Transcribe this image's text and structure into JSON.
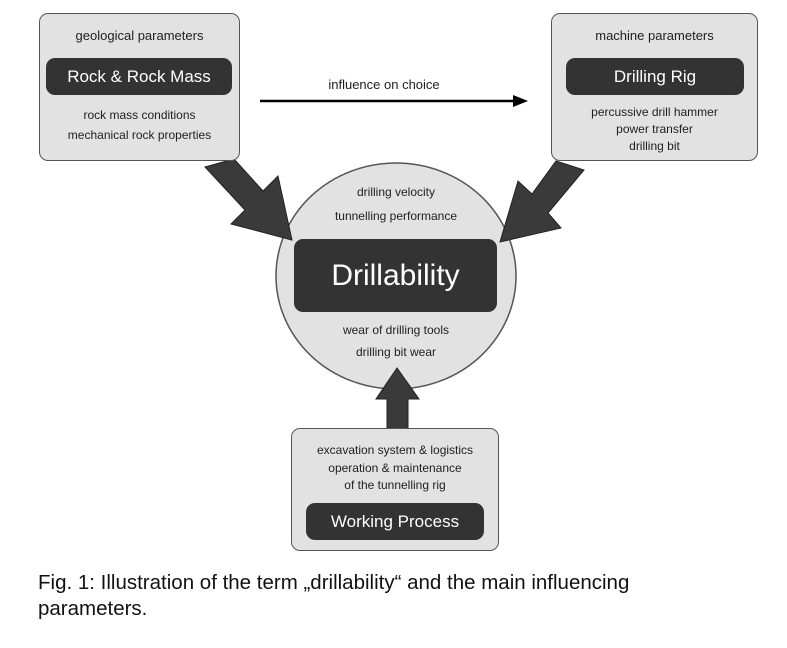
{
  "geo": {
    "heading": "geological parameters",
    "title": "Rock & Rock Mass",
    "items": [
      "rock mass conditions",
      "mechanical rock properties"
    ]
  },
  "machine": {
    "heading": "machine parameters",
    "title": "Drilling Rig",
    "items": [
      "percussive drill hammer",
      "power transfer",
      "drilling bit"
    ]
  },
  "connector": {
    "label": "influence on choice"
  },
  "center": {
    "title": "Drillability",
    "top_items": [
      "drilling velocity",
      "tunnelling performance"
    ],
    "bottom_items": [
      "wear of drilling tools",
      "drilling bit wear"
    ]
  },
  "process": {
    "items": [
      "excavation system & logistics",
      "operation & maintenance",
      "of the tunnelling rig"
    ],
    "title": "Working Process"
  },
  "caption": "Fig. 1:   Illustration of the term „drillability“ and the main influencing\nparameters.",
  "colors": {
    "box_fill": "#e2e2e2",
    "dark_fill": "#333333",
    "arrow_fill": "#3a3a3a",
    "line": "#000000"
  }
}
